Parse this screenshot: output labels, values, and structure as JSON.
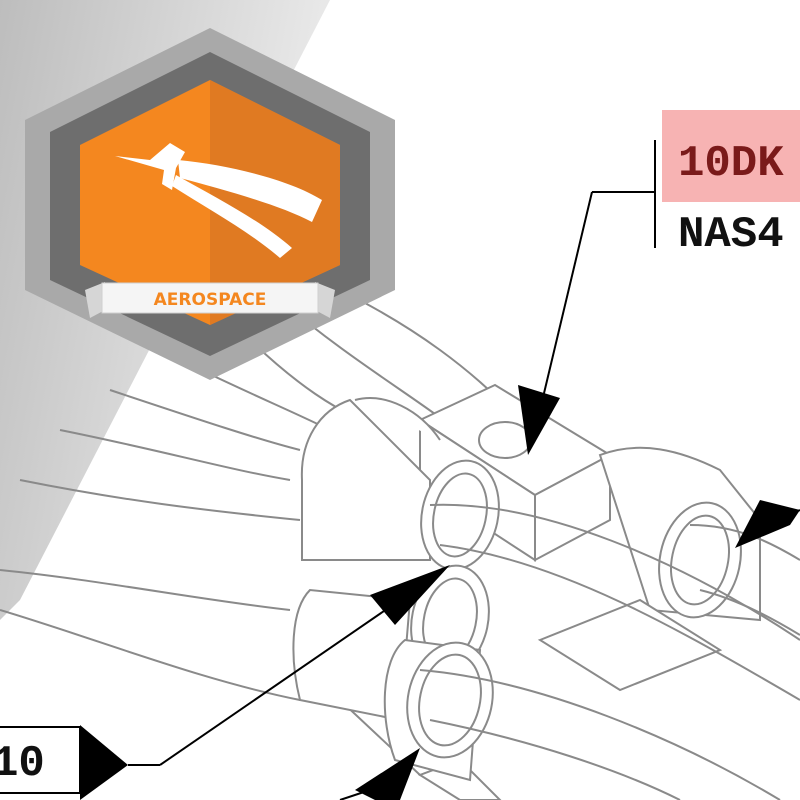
{
  "badge": {
    "label": "AEROSPACE",
    "icon": "jet-icon",
    "colors": {
      "orange": "#f4871f",
      "orange_dark": "#e07a22",
      "frame_light": "#a9a9a9",
      "frame_dark": "#6e6e6e"
    }
  },
  "callouts": {
    "top_right": {
      "part_number": "10DK",
      "spec": "NAS4",
      "highlight_color": "#f7b3b3"
    },
    "bottom_left": {
      "part_number": "10"
    }
  },
  "colors": {
    "line": "#8a8a8a",
    "leader": "#000000",
    "shadow": "#b8b8b8"
  }
}
